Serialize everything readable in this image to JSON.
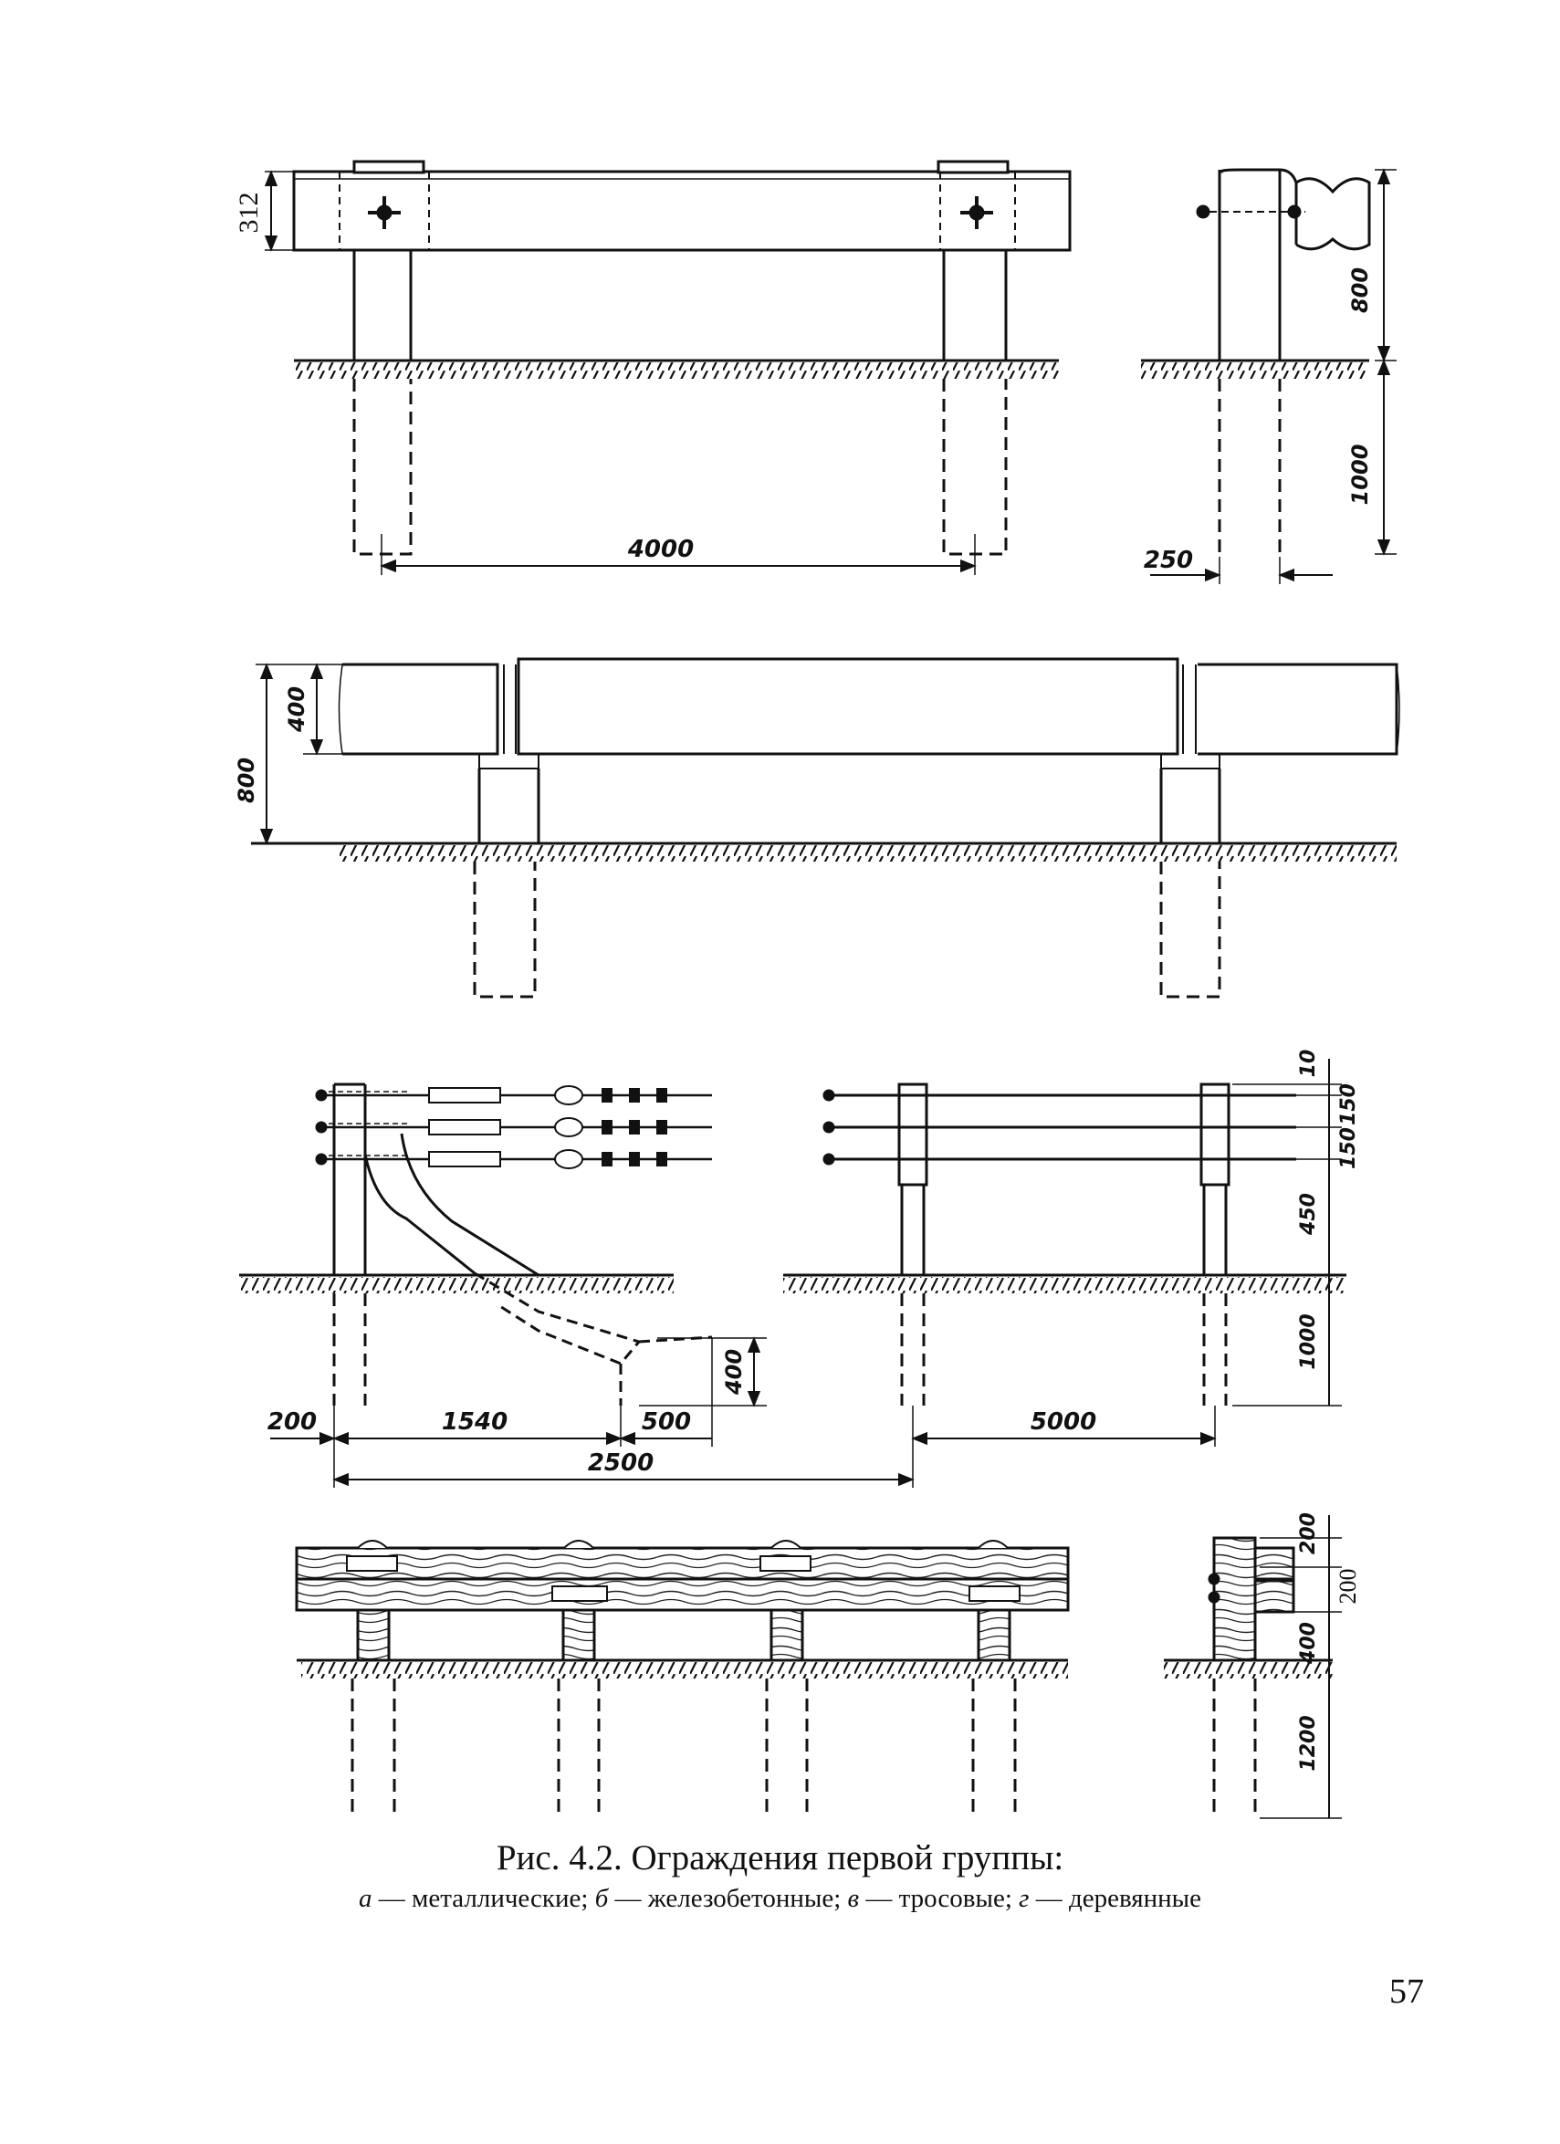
{
  "figure": {
    "caption_title": "Рис. 4.2. Ограждения первой группы:",
    "caption_items": [
      {
        "letter": "а",
        "text": "металлические"
      },
      {
        "letter": "б",
        "text": "железобетонные"
      },
      {
        "letter": "в",
        "text": "тросовые"
      },
      {
        "letter": "г",
        "text": "деревянные"
      }
    ],
    "caption_separator": " — "
  },
  "page_number": "57",
  "dims_a": {
    "d312": "312",
    "d800": "800",
    "d1000": "1000",
    "d250": "250",
    "d4000": "4000"
  },
  "dims_b": {
    "d400": "400",
    "d800": "800"
  },
  "dims_c": {
    "d10": "10",
    "d150a": "150",
    "d150b": "150",
    "d450": "450",
    "d1000": "1000",
    "d400": "400",
    "d200": "200",
    "d1540": "1540",
    "d500": "500",
    "d2500": "2500",
    "d5000": "5000"
  },
  "dims_d": {
    "d200a": "200",
    "d200b": "200",
    "d400": "400",
    "d1200": "1200"
  }
}
